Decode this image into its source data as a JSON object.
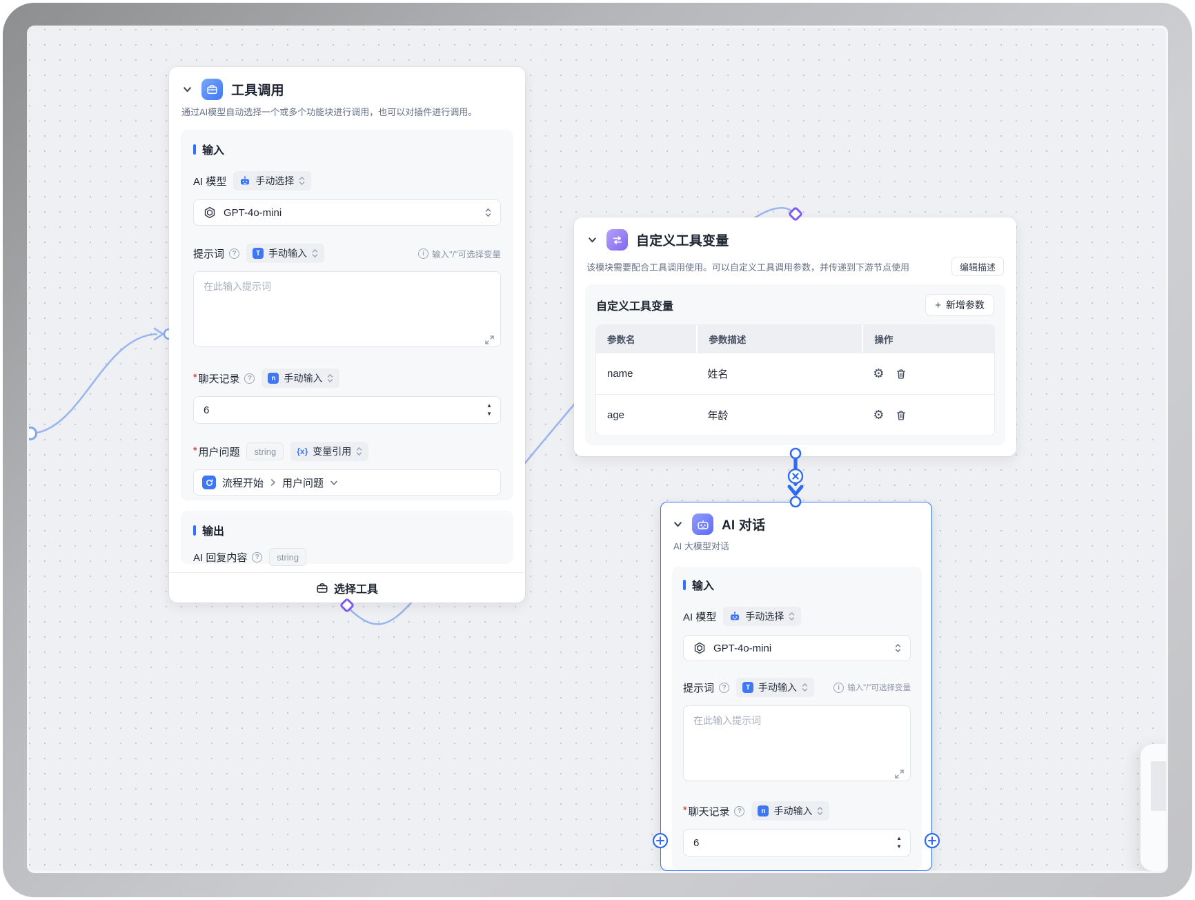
{
  "colors": {
    "accent": "#3370ff",
    "purple": "#8166f0",
    "edge": "#9ab6ee",
    "canvas_bg": "#eff0f3"
  },
  "tool_call_node": {
    "title": "工具调用",
    "description": "通过AI模型自动选择一个或多个功能块进行调用，也可以对插件进行调用。",
    "input_section": "输入",
    "ai_model_label": "AI 模型",
    "ai_model_mode": "手动选择",
    "ai_model_value": "GPT-4o-mini",
    "prompt_label": "提示词",
    "prompt_mode": "手动输入",
    "prompt_hint": "输入\"/\"可选择变量",
    "prompt_placeholder": "在此输入提示词",
    "history_label": "聊天记录",
    "history_mode": "手动输入",
    "history_value": "6",
    "question_label": "用户问题",
    "question_type": "string",
    "question_mode": "变量引用",
    "question_source": "流程开始",
    "question_field": "用户问题",
    "output_section": "输出",
    "output_label": "AI 回复内容",
    "output_type": "string",
    "footer_button": "选择工具"
  },
  "custom_vars_node": {
    "title": "自定义工具变量",
    "description": "该模块需要配合工具调用使用。可以自定义工具调用参数，并传递到下游节点使用",
    "edit_button": "编辑描述",
    "panel_title": "自定义工具变量",
    "add_button": "新增参数",
    "col_name": "参数名",
    "col_desc": "参数描述",
    "col_action": "操作",
    "rows": [
      {
        "name": "name",
        "desc": "姓名"
      },
      {
        "name": "age",
        "desc": "年龄"
      }
    ]
  },
  "ai_chat_node": {
    "title": "AI 对话",
    "subtitle": "AI 大模型对话",
    "input_section": "输入",
    "ai_model_label": "AI 模型",
    "ai_model_mode": "手动选择",
    "ai_model_value": "GPT-4o-mini",
    "prompt_label": "提示词",
    "prompt_mode": "手动输入",
    "prompt_hint": "输入\"/\"可选择变量",
    "prompt_placeholder": "在此输入提示词",
    "history_label": "聊天记录",
    "history_mode": "手动输入",
    "history_value": "6"
  }
}
